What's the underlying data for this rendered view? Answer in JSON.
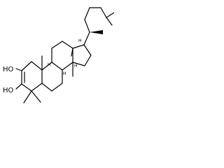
{
  "molecule": {
    "atoms": {
      "hydroxyl_top": "HO",
      "hydroxyl_bottom": "HO",
      "stereo_h_c8": "H",
      "stereo_h_c9": "H",
      "stereo_h_c14": "H",
      "stereo_h_c17": "H"
    },
    "colors": {
      "bond": "#000000",
      "background": "#ffffff"
    }
  }
}
